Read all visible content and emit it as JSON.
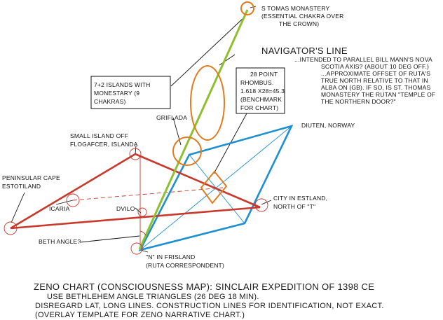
{
  "labels": {
    "s_tomas_1": "S TOMAS MONASTERY",
    "s_tomas_2": "(ESSENTIAL CHAKRA OVER",
    "s_tomas_3": "THE CROWN)",
    "navigators_line": "NAVIGATOR'S LINE",
    "nav_note_1": "...INTENDED TO PARALLEL BILL MANN'S NOVA",
    "nav_note_2": "SCOTIA AXIS? (ABOUT 10 DEG OFF.)",
    "nav_note_3": "...APPROXIMATE OFFSET OF RUTA'S",
    "nav_note_4": "TRUE NORTH RELATIVE TO THAT IN",
    "nav_note_5": "ALBA ON (GB). IF SO, IS ST. THOMAS",
    "nav_note_6": "MONASTERY THE RUTAN \"TEMPLE OF",
    "nav_note_7": "THE NORTHERN DOOR?\"",
    "islands_1": "7+2 ISLANDS WITH",
    "islands_2": "MONESTARY (9",
    "islands_3": "CHAKRAS)",
    "rhombus_1": "28 POINT",
    "rhombus_2": "RHOMBUS.",
    "rhombus_3": "1.618 X28=45.3",
    "rhombus_4": "(BENCHMARK",
    "rhombus_5": "FOR CHART)",
    "griflada": "GRIFLADA",
    "diuten": "DIUTEN, NORWAY",
    "small_island_1": "SMALL ISLAND OFF",
    "small_island_2": "FLOGAFCER, ISLANDA",
    "peninsular_1": "PENINSULAR CAPE",
    "peninsular_2": "ESTOTILAND",
    "icaria": "ICARIA",
    "dvilo": "DVILO",
    "city_1": "CITY IN ESTLAND,",
    "city_2": "NORTH OF \"T\"",
    "beth_angle": "BETH ANGLE?",
    "frisland_1": "\"N\" IN FRISLAND",
    "frisland_2": "(RUTA CORRESPONDENT)"
  },
  "caption": {
    "line1": "ZENO CHART (CONSCIOUSNESS MAP): SINCLAIR EXPEDITION OF 1398 CE",
    "line2": "USE BETHLEHEM ANGLE TRIANGLES (26 DEG 18 MIN).",
    "line3": "DISREGARD LAT, LONG LINES. CONSTRUCTION LINES FOR IDENTIFICATION, NOT EXACT.",
    "line4": "(OVERLAY TEMPLATE FOR ZENO NARRATIVE CHART.)"
  },
  "colors": {
    "red": "#c8392b",
    "blue": "#1e90d0",
    "green": "#8fbf2f",
    "orange": "#e07b1e",
    "black": "#111111"
  }
}
